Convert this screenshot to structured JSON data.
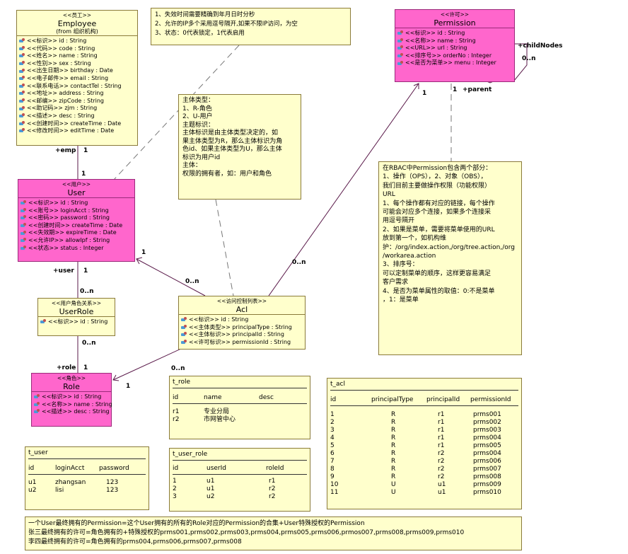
{
  "classes": {
    "employee": {
      "stereotype": "<<员工>>",
      "name": "Employee",
      "subtitle": "(from 组织机构)",
      "attrs": [
        "<<标识>> id : String",
        "<<代码>> code : String",
        "<<姓名>> name : String",
        "<<性别>> sex : String",
        "<<出生日期>> birthday : Date",
        "<<电子邮件>> email : String",
        "<<联系电话>> contactTel : String",
        "<<地址>> address : String",
        "<<邮编>> zipCode : String",
        "<<助记码>> zjm : String",
        "<<描述>> desc : String",
        "<<创建时间>> createTime : Date",
        "<<修改时间>> editTime : Date"
      ]
    },
    "user": {
      "stereotype": "<<用户>>",
      "name": "User",
      "attrs": [
        "<<标识>> id : String",
        "<<账号>> loginAcct : String",
        "<<密码>> password : String",
        "<<创建时间>> createTime : Date",
        "<<失效期>> expireTime : Date",
        "<<允许IP>> allowIpf : String",
        "<<状态>> status : Integer"
      ]
    },
    "userrole": {
      "stereotype": "<<用户角色关系>>",
      "name": "UserRole",
      "attrs": [
        "<<标识>> id : String"
      ]
    },
    "role": {
      "stereotype": "<<角色>>",
      "name": "Role",
      "attrs": [
        "<<标识>> id : String",
        "<<名称>> name : String",
        "<<描述>> desc : String"
      ]
    },
    "acl": {
      "stereotype": "<<访问控制列表>>",
      "name": "Acl",
      "attrs": [
        "<<标识>> id : String",
        "<<主体类型>> principalType : String",
        "<<主体标识>> principalId : String",
        "<<许可标识>> permissionId : String"
      ]
    },
    "permission": {
      "stereotype": "<<许可>>",
      "name": "Permission",
      "attrs": [
        "<<标识>> id : String",
        "<<名称>> name : String",
        "<<URL>> url : String",
        "<<排序号>> orderNo : Integer",
        "<<是否为菜单>> menu : Integer"
      ]
    }
  },
  "notes": {
    "user_note": [
      "1、失效时间需要精确到年月日时分秒",
      "2、允许的IP多个采用逗号隔开,如果不限IP访问，为空",
      "3、状态：0代表锁定，1代表启用"
    ],
    "acl_note": [
      "主体类型：",
      "1、R-角色",
      "2、U-用户",
      "",
      "主题标识：",
      "主体标识是由主体类型决定的，如",
      "果主体类型为R，那么主体标识为角",
      "色id、如果主体类型为U，那么主体",
      "标识为用户id",
      "",
      "主体：",
      "权限的拥有者，如：用户和角色"
    ],
    "perm_note": [
      "在RBAC中Permission包含两个部分：",
      "1、操作（OPS），2、对象（OBS），",
      "我们目前主要做操作权限（功能权限）",
      "",
      "URL",
      "1、每个操作都有对应的链接，每个操作",
      "可能会对应多个连接，如果多个连接采",
      "用逗号隔开",
      "",
      "2、如果是菜单，需要将菜单使用的URL",
      "放到第一个，如机构维",
      "护：/org/index.action,/org/tree.action,/org",
      "/workarea.action",
      "",
      "3、排序号：",
      "可以定制菜单的顺序，这样更容易满足",
      "客户需求",
      "",
      "4、是否为菜单属性的取值：0:不是菜单",
      "，1：是菜单"
    ],
    "summary_note": [
      "一个User最终拥有的Permission=这个User拥有的所有的Role对应的Permission的合集+User特殊授权的Permission",
      "张三最终拥有的许可=角色拥有的+特殊授权的prms001,prms002,prms003,prms004,prms005,prms006,prmos007,prms008,prms009,prms010",
      "李四最终拥有的许可=角色拥有的prms004,prms006,prms007,prms008"
    ]
  },
  "tables": {
    "t_role": {
      "title": "t_role",
      "headers": [
        "id",
        "name",
        "desc"
      ],
      "rows": [
        [
          "r1",
          "专业分局",
          ""
        ],
        [
          "r2",
          "市网管中心",
          ""
        ]
      ]
    },
    "t_user": {
      "title": "t_user",
      "headers": [
        "id",
        "loginAcct",
        "password"
      ],
      "rows": [
        [
          "u1",
          "zhangsan",
          "123"
        ],
        [
          "u2",
          "lisi",
          "123"
        ]
      ]
    },
    "t_user_role": {
      "title": "t_user_role",
      "headers": [
        "id",
        "userId",
        "roleId"
      ],
      "rows": [
        [
          "1",
          "u1",
          "r1"
        ],
        [
          "2",
          "u1",
          "r2"
        ],
        [
          "3",
          "u2",
          "r2"
        ]
      ]
    },
    "t_acl": {
      "title": "t_acl",
      "headers": [
        "id",
        "principalType",
        "principalId",
        "permissionId"
      ],
      "rows": [
        [
          "1",
          "R",
          "r1",
          "prms001"
        ],
        [
          "2",
          "R",
          "r1",
          "prms002"
        ],
        [
          "3",
          "R",
          "r1",
          "prms003"
        ],
        [
          "4",
          "R",
          "r1",
          "prms004"
        ],
        [
          "5",
          "R",
          "r1",
          "prms005"
        ],
        [
          "6",
          "R",
          "r2",
          "prms004"
        ],
        [
          "7",
          "R",
          "r2",
          "prms006"
        ],
        [
          "8",
          "R",
          "r2",
          "prms007"
        ],
        [
          "9",
          "R",
          "r2",
          "prms008"
        ],
        [
          "10",
          "U",
          "u1",
          "prms009"
        ],
        [
          "11",
          "U",
          "u1",
          "prms010"
        ]
      ]
    }
  },
  "labels": {
    "emp_role": "+emp",
    "emp_mult": "1",
    "emp_user_mult": "1",
    "user_role": "+user",
    "user_mult": "1",
    "userrole_top_mult": "0..n",
    "userrole_bottom_mult": "0..n",
    "role_role": "+role",
    "role_mult": "1",
    "user_acl_mult": "1",
    "acl_user_mult": "0..n",
    "role_acl_mult": "1",
    "acl_role_mult": "0..n",
    "perm_acl_mult": "1",
    "acl_perm_mult": "0..n",
    "child_nodes": "+childNodes",
    "child_mult": "0..n",
    "parent_mult": "1",
    "parent_role": "+parent"
  }
}
